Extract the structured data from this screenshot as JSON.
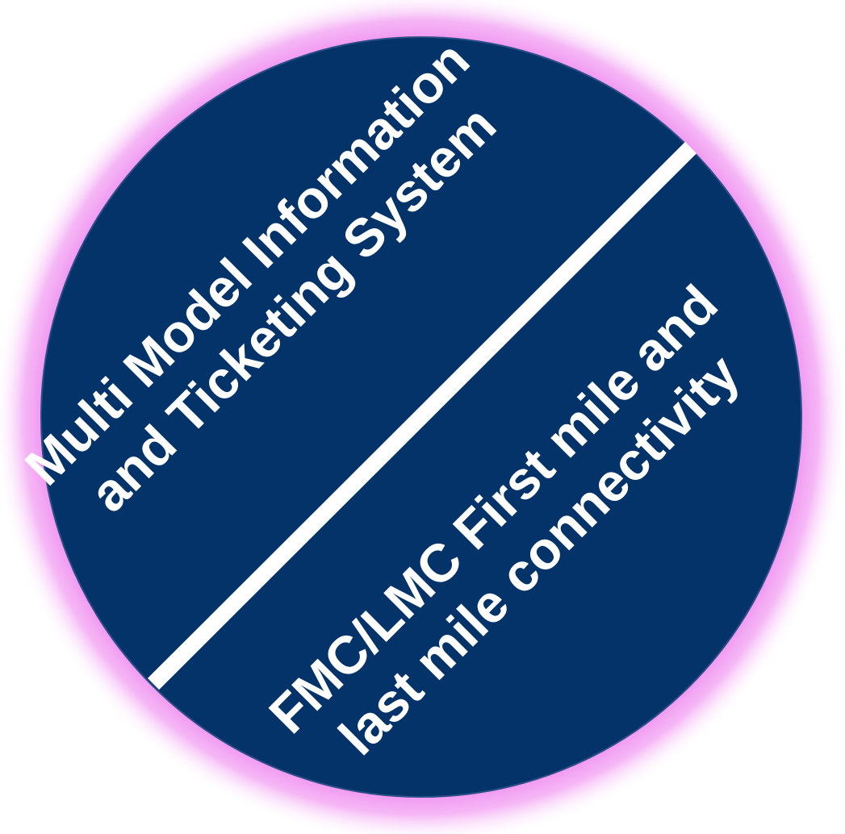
{
  "diagram": {
    "upper_segment": {
      "line1": "Multi Model Information",
      "line2": "and Ticketing System"
    },
    "lower_segment": {
      "line1": "FMC/LMC First mile and",
      "line2": "last mile connectivity"
    },
    "colors": {
      "disc_fill": "#04336a",
      "disc_edge": "#2a4f86",
      "glow": "#ee82ee",
      "divider": "#ffffff",
      "text": "#ffffff"
    }
  }
}
